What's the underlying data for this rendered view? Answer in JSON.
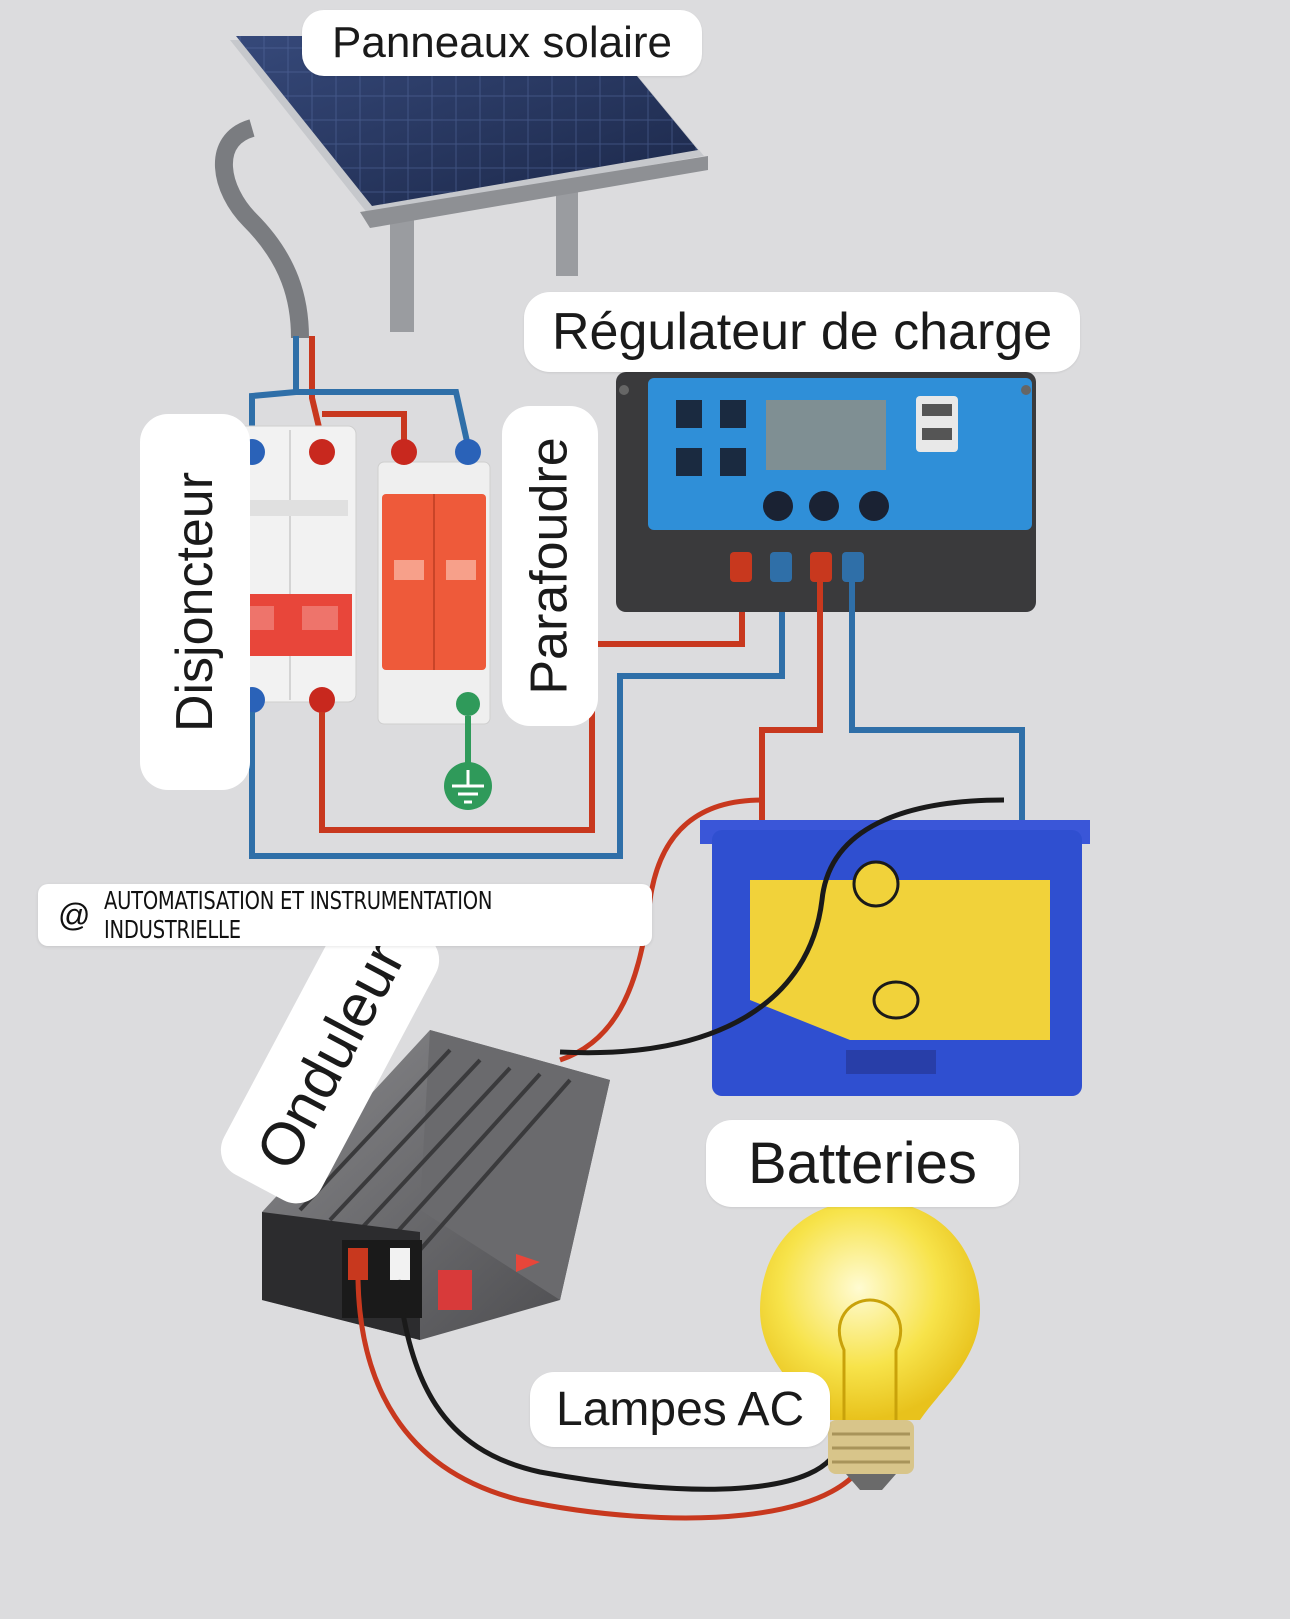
{
  "labels": {
    "panels": "Panneaux solaire",
    "regulator": "Régulateur de charge",
    "breaker": "Disjoncteur",
    "surge": "Parafoudre",
    "inverter": "Onduleur",
    "batteries": "Batteries",
    "lamps": "Lampes AC"
  },
  "watermark": {
    "icon": "at-icon",
    "text": "AUTOMATISATION ET INSTRUMENTATION INDUSTRIELLE"
  },
  "colors": {
    "background": "#dcdcde",
    "wire_positive": "#c8381e",
    "wire_negative": "#2f6fa8",
    "wire_ground": "#2f9a5a",
    "wire_black": "#1a1a1a",
    "panel": "#24355f",
    "regulator_screen": "#2f8fd8",
    "breaker_red": "#e8463a",
    "surge_orange": "#ee5a3a",
    "battery_blue": "#2f4fd0",
    "battery_yellow": "#f1d23a",
    "bulb_yellow": "#f7e34a"
  }
}
